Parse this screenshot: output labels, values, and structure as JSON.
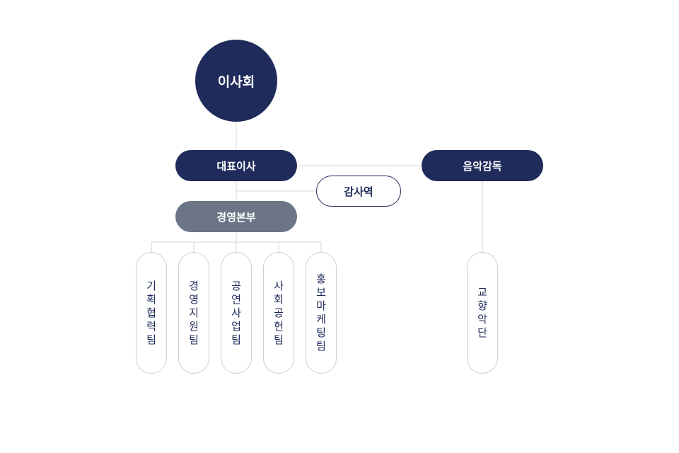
{
  "board": {
    "label": "이사회"
  },
  "ceo": {
    "label": "대표이사"
  },
  "auditor": {
    "label": "감사역"
  },
  "music_director": {
    "label": "음악감독"
  },
  "management": {
    "label": "경영본부"
  },
  "teams": [
    {
      "label": "기획협력팀"
    },
    {
      "label": "경영지원팀"
    },
    {
      "label": "공연사업팀"
    },
    {
      "label": "사회공헌팀"
    },
    {
      "label": "홍보마케팅팀"
    }
  ],
  "orchestra": {
    "label": "교향악단"
  },
  "colors": {
    "primary": "#1f2b5b",
    "secondary": "#6b7585",
    "connector": "#d6d6d6",
    "team_border": "#cfcfcf"
  }
}
